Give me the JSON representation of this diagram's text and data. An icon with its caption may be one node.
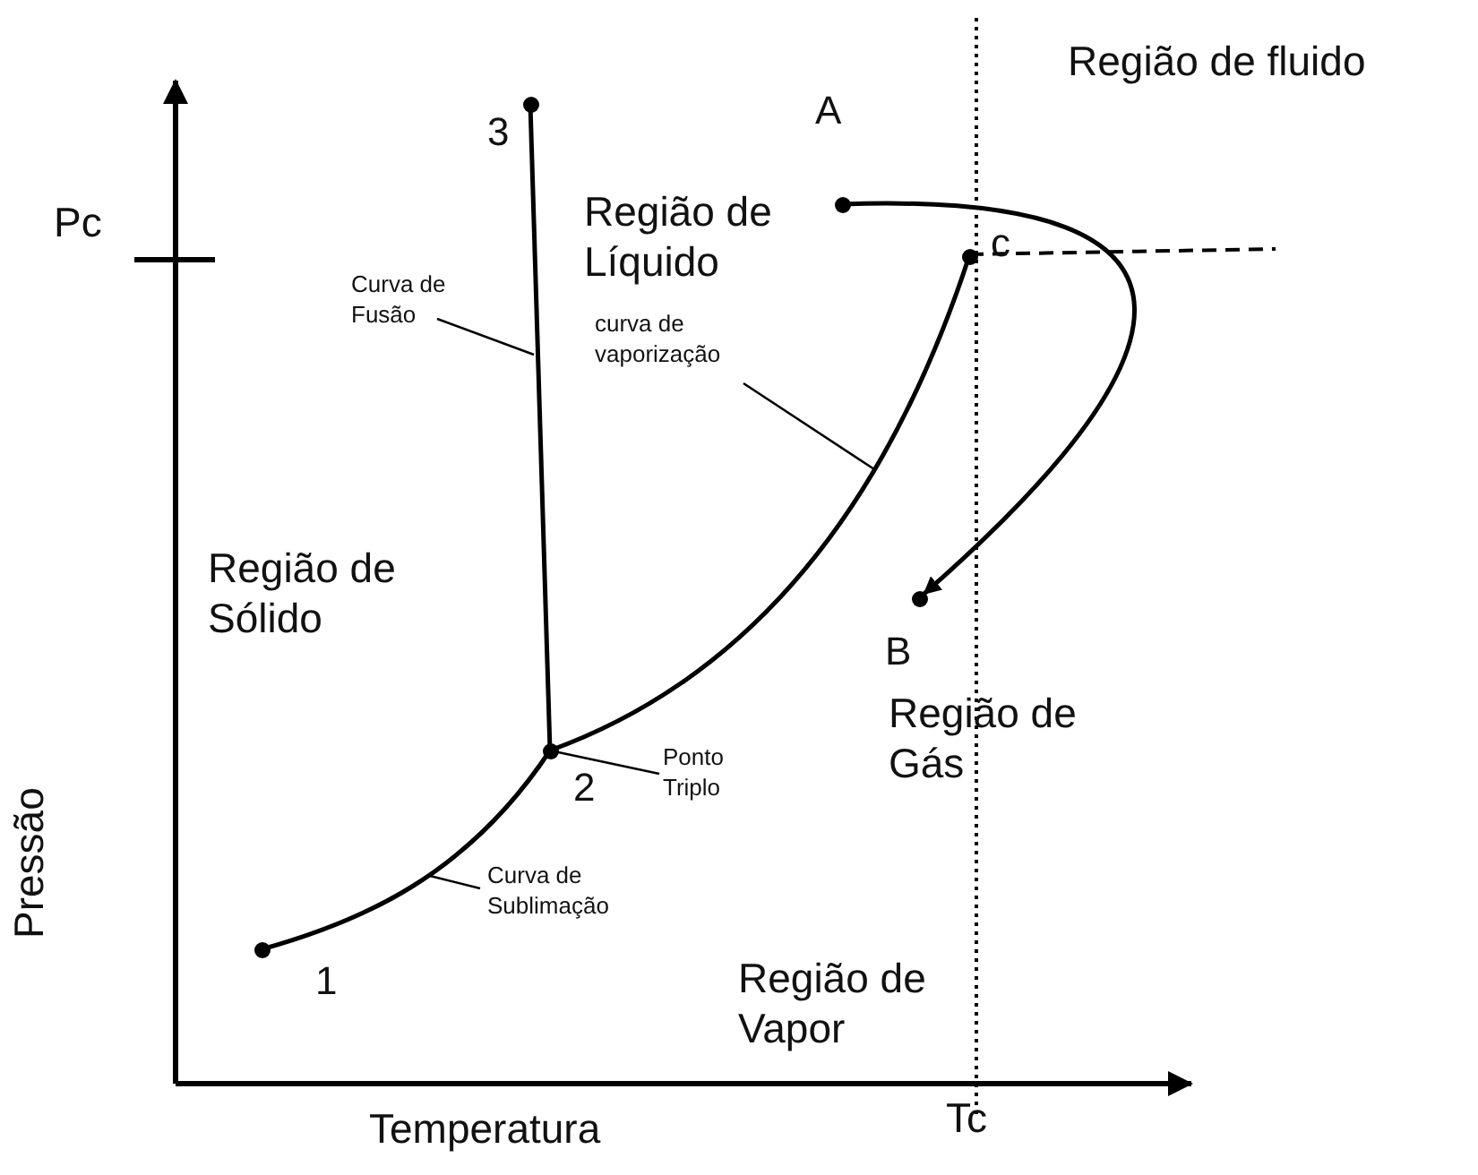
{
  "diagram": {
    "nodes": [
      {
        "text": [],
        "shape": "circle",
        "beside": [
          "3"
        ]
      },
      {
        "text": [],
        "shape": "circle",
        "beside": [
          "A"
        ]
      },
      {
        "text": [],
        "shape": "circle",
        "beside": [
          "c"
        ]
      },
      {
        "text": [],
        "shape": "circle",
        "beside": [
          "2"
        ]
      },
      {
        "text": [],
        "shape": "circle",
        "beside": [
          "B"
        ]
      },
      {
        "text": [],
        "shape": "circle",
        "beside": [
          "1"
        ]
      },
      {
        "text": [
          "Curva de Fusão"
        ]
      },
      {
        "text": [
          "curva de vaporização"
        ]
      },
      {
        "text": [
          "Ponto Triplo"
        ]
      },
      {
        "text": [
          "Curva de Sublimação"
        ]
      }
    ],
    "edges": [
      {
        "from": 3,
        "to": 0,
        "arrow": "none"
      },
      {
        "from": 3,
        "to": 2,
        "arrow": "none"
      },
      {
        "from": 5,
        "to": 3,
        "arrow": "none"
      },
      {
        "from": 1,
        "to": 4,
        "arrow": "to"
      },
      {
        "from": 6,
        "to": null,
        "arrow": "none"
      },
      {
        "from": 7,
        "to": null,
        "arrow": "none"
      },
      {
        "from": 8,
        "to": 3,
        "arrow": "none"
      },
      {
        "from": 9,
        "to": null,
        "arrow": "none"
      }
    ],
    "labels": [
      "Região de fluido",
      "Pc",
      "Região de Líquido",
      "Região de Sólido",
      "Região de Gás",
      "Região de Vapor",
      "Pressão",
      "Temperatura",
      "Tc"
    ]
  }
}
